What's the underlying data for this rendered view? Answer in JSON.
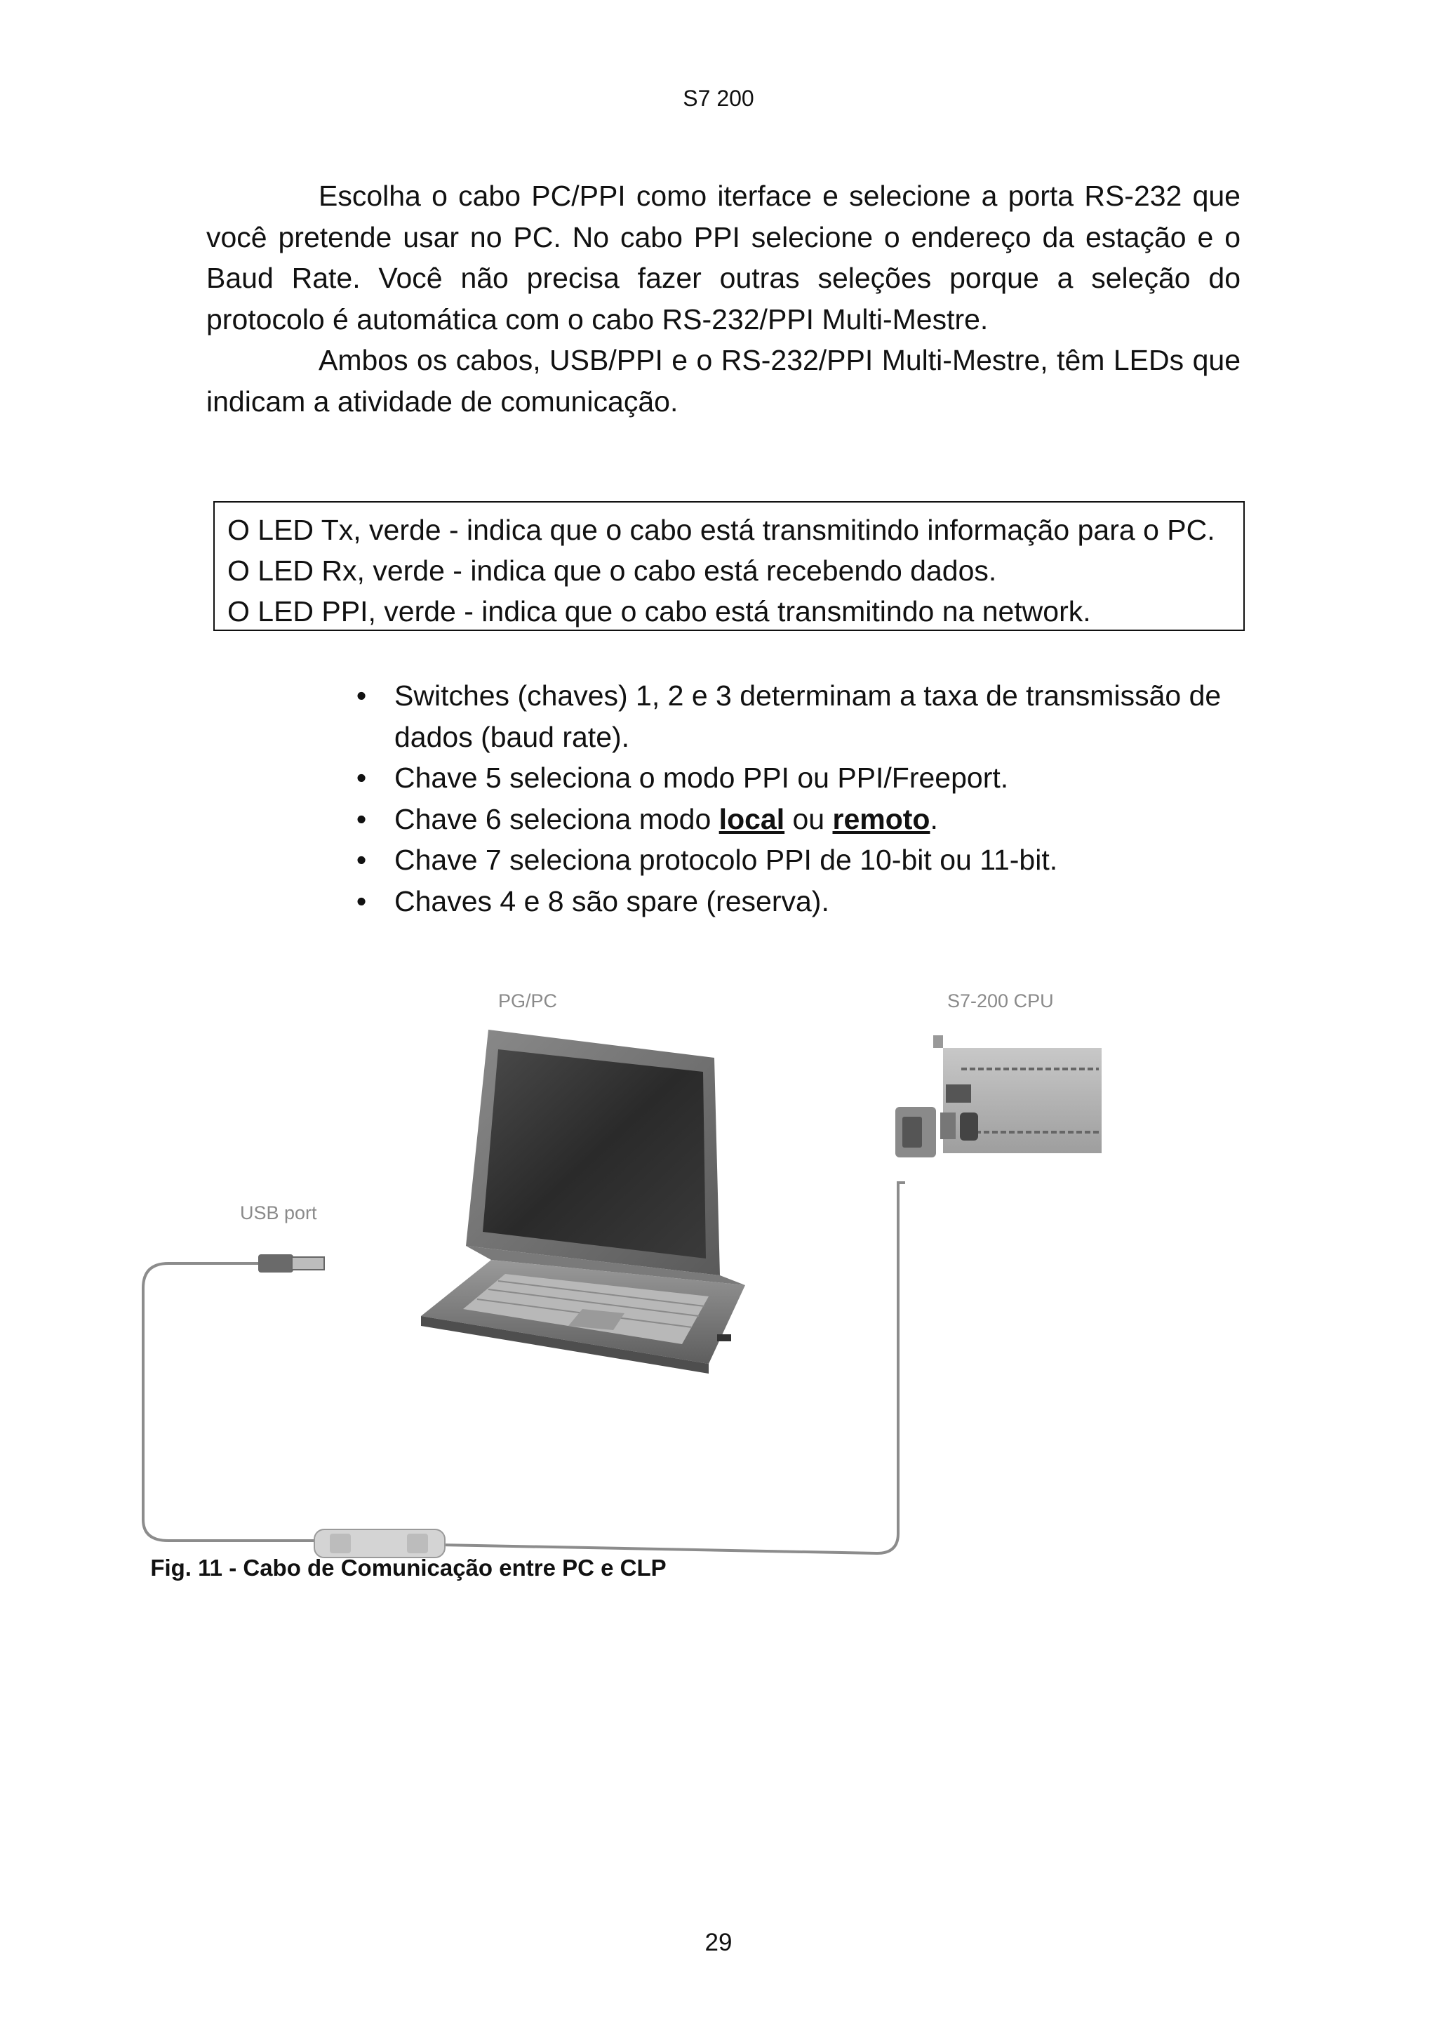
{
  "header": "S7 200",
  "paragraphs": [
    "Escolha o cabo PC/PPI como iterface e selecione a porta RS-232 que você pretende usar no PC. No cabo PPI selecione o endereço da estação e o Baud Rate. Você não precisa fazer outras seleções porque a seleção do protocolo é automática com o cabo RS-232/PPI Multi-Mestre.",
    "Ambos os cabos, USB/PPI e o RS-232/PPI Multi-Mestre, têm LEDs que indicam a atividade de comunicação."
  ],
  "led_box": [
    "O LED Tx, verde - indica que o cabo está transmitindo informação para o PC.",
    "O LED Rx, verde - indica que o cabo está recebendo dados.",
    "O LED PPI, verde - indica que o cabo está transmitindo na network."
  ],
  "bullets": {
    "marker": "•",
    "b1": "Switches (chaves) 1, 2 e 3 determinam a taxa de transmissão de dados (baud rate).",
    "b2": "Chave 5 seleciona o modo PPI ou PPI/Freeport.",
    "b3_pre": "Chave 6 seleciona modo ",
    "b3_local": "local",
    "b3_mid": " ou ",
    "b3_remoto": "remoto",
    "b3_post": ".",
    "b4": "Chave 7 seleciona protocolo PPI de 10-bit ou 11-bit.",
    "b5": "Chaves 4 e 8 são spare (reserva)."
  },
  "figure": {
    "label_pc": "PG/PC",
    "label_cpu": "S7-200 CPU",
    "label_usb": "USB port"
  },
  "caption": "Fig. 11 - Cabo de Comunicação entre PC e CLP",
  "page_number": "29"
}
